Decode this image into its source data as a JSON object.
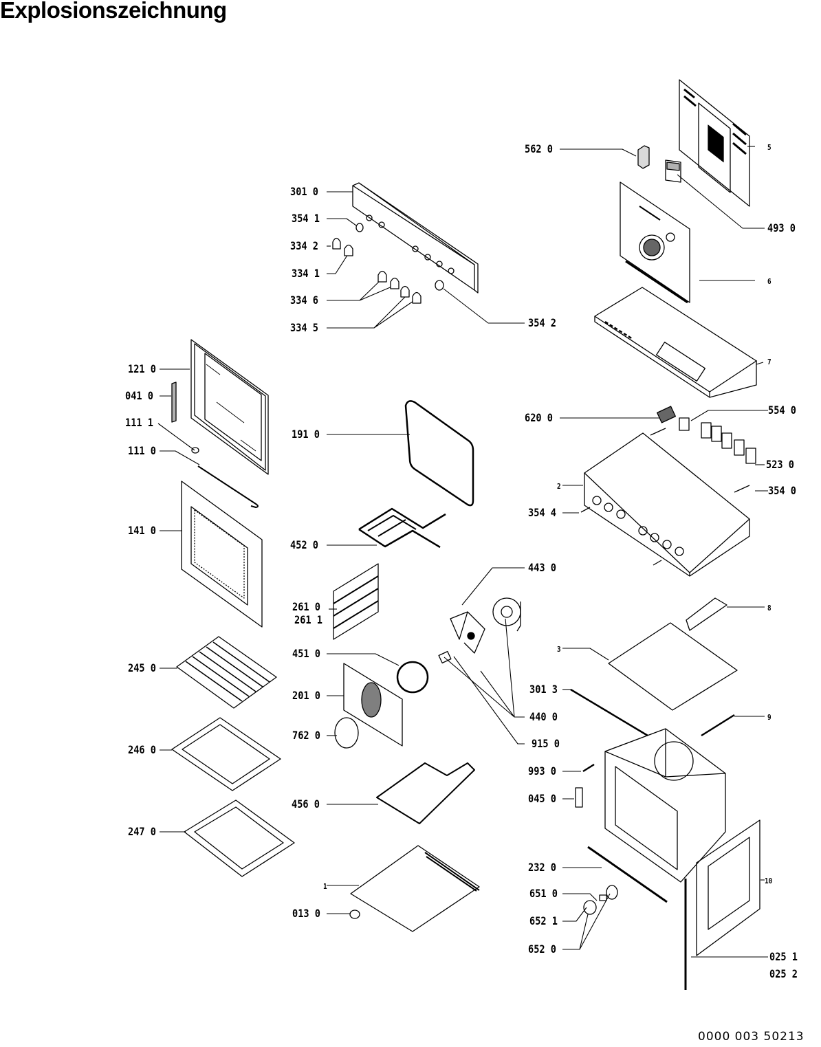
{
  "title": "Explosionszeichnung",
  "document_number": "0000 003 50213",
  "diagram_type": "oven exploded view",
  "parts": [
    {
      "id": "p5620",
      "label": "562 0"
    },
    {
      "id": "p5",
      "label": "5"
    },
    {
      "id": "p3010",
      "label": "301 0"
    },
    {
      "id": "p4930",
      "label": "493 0"
    },
    {
      "id": "p3541",
      "label": "354 1"
    },
    {
      "id": "p3342",
      "label": "334 2"
    },
    {
      "id": "p3341",
      "label": "334 1"
    },
    {
      "id": "p6",
      "label": "6"
    },
    {
      "id": "p3346",
      "label": "334 6"
    },
    {
      "id": "p3542",
      "label": "354 2"
    },
    {
      "id": "p3345",
      "label": "334 5"
    },
    {
      "id": "p7",
      "label": "7"
    },
    {
      "id": "p1210",
      "label": "121 0"
    },
    {
      "id": "p0410",
      "label": "041 0"
    },
    {
      "id": "p1111",
      "label": "111 1"
    },
    {
      "id": "p6200",
      "label": "620 0"
    },
    {
      "id": "p5540",
      "label": "554 0"
    },
    {
      "id": "p1910",
      "label": "191 0"
    },
    {
      "id": "p1110",
      "label": "111 0"
    },
    {
      "id": "p5230",
      "label": "523 0"
    },
    {
      "id": "p2",
      "label": "2"
    },
    {
      "id": "p3540",
      "label": "354 0"
    },
    {
      "id": "p1410",
      "label": "141 0"
    },
    {
      "id": "p3544",
      "label": "354 4"
    },
    {
      "id": "p4520",
      "label": "452 0"
    },
    {
      "id": "p4430",
      "label": "443 0"
    },
    {
      "id": "p2610",
      "label": "261 0"
    },
    {
      "id": "p2611",
      "label": "261 1"
    },
    {
      "id": "p8",
      "label": "8"
    },
    {
      "id": "p3",
      "label": "3"
    },
    {
      "id": "p4510",
      "label": "451 0"
    },
    {
      "id": "p2450",
      "label": "245 0"
    },
    {
      "id": "p2010",
      "label": "201 0"
    },
    {
      "id": "p3013",
      "label": "301 3"
    },
    {
      "id": "p4400",
      "label": "440 0"
    },
    {
      "id": "p9",
      "label": "9"
    },
    {
      "id": "p7620",
      "label": "762 0"
    },
    {
      "id": "p2460",
      "label": "246 0"
    },
    {
      "id": "p9150",
      "label": "915 0"
    },
    {
      "id": "p9930",
      "label": "993 0"
    },
    {
      "id": "p0450",
      "label": "045 0"
    },
    {
      "id": "p4560",
      "label": "456 0"
    },
    {
      "id": "p2470",
      "label": "247 0"
    },
    {
      "id": "p2320",
      "label": "232 0"
    },
    {
      "id": "p10",
      "label": "10"
    },
    {
      "id": "p6510",
      "label": "651 0"
    },
    {
      "id": "p1",
      "label": "1"
    },
    {
      "id": "p0130",
      "label": "013 0"
    },
    {
      "id": "p6521",
      "label": "652 1"
    },
    {
      "id": "p6520",
      "label": "652 0"
    },
    {
      "id": "p0251",
      "label": "025 1"
    },
    {
      "id": "p0252",
      "label": "025 2"
    }
  ]
}
